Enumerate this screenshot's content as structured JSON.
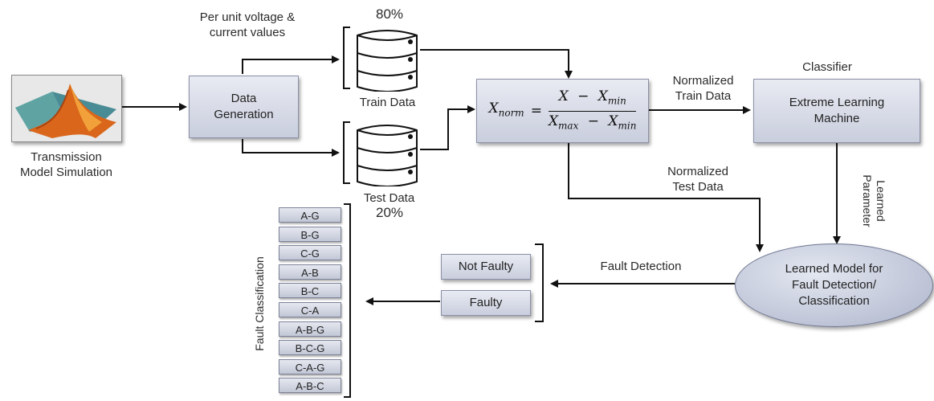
{
  "transmission": {
    "label_line1": "Transmission",
    "label_line2": "Model Simulation"
  },
  "data_gen": {
    "line1": "Data",
    "line2": "Generation"
  },
  "per_unit": {
    "line1": "Per unit voltage &",
    "line2": "current values"
  },
  "train": {
    "percent": "80%",
    "label": "Train Data"
  },
  "test": {
    "percent": "20%",
    "label": "Test Data"
  },
  "formula": {
    "lhs": "X",
    "lhs_sub": "norm",
    "num_a": "X",
    "num_b": "X",
    "num_b_sub": "min",
    "den_a": "X",
    "den_a_sub": "max",
    "den_b": "X",
    "den_b_sub": "min",
    "eq": "=",
    "minus": "−"
  },
  "norm_train": {
    "line1": "Normalized",
    "line2": "Train Data"
  },
  "norm_test": {
    "line1": "Normalized",
    "line2": "Test Data"
  },
  "classifier": {
    "title": "Classifier",
    "line1": "Extreme Learning",
    "line2": "Machine"
  },
  "learned_param": {
    "line1": "Learned",
    "line2": "Parameter"
  },
  "model": {
    "line1": "Learned Model for",
    "line2": "Fault Detection/",
    "line3": "Classification"
  },
  "fault_detection": "Fault Detection",
  "not_faulty": "Not Faulty",
  "faulty": "Faulty",
  "fault_classification": "Fault Classification",
  "fault_types": [
    "A-G",
    "B-G",
    "C-G",
    "A-B",
    "B-C",
    "C-A",
    "A-B-G",
    "B-C-G",
    "C-A-G",
    "A-B-C"
  ],
  "colors": {
    "box_fill_top": "#e9ebf3",
    "box_fill_bottom": "#c9cedd",
    "ellipse": "#c5cbdc",
    "line": "#111111"
  }
}
